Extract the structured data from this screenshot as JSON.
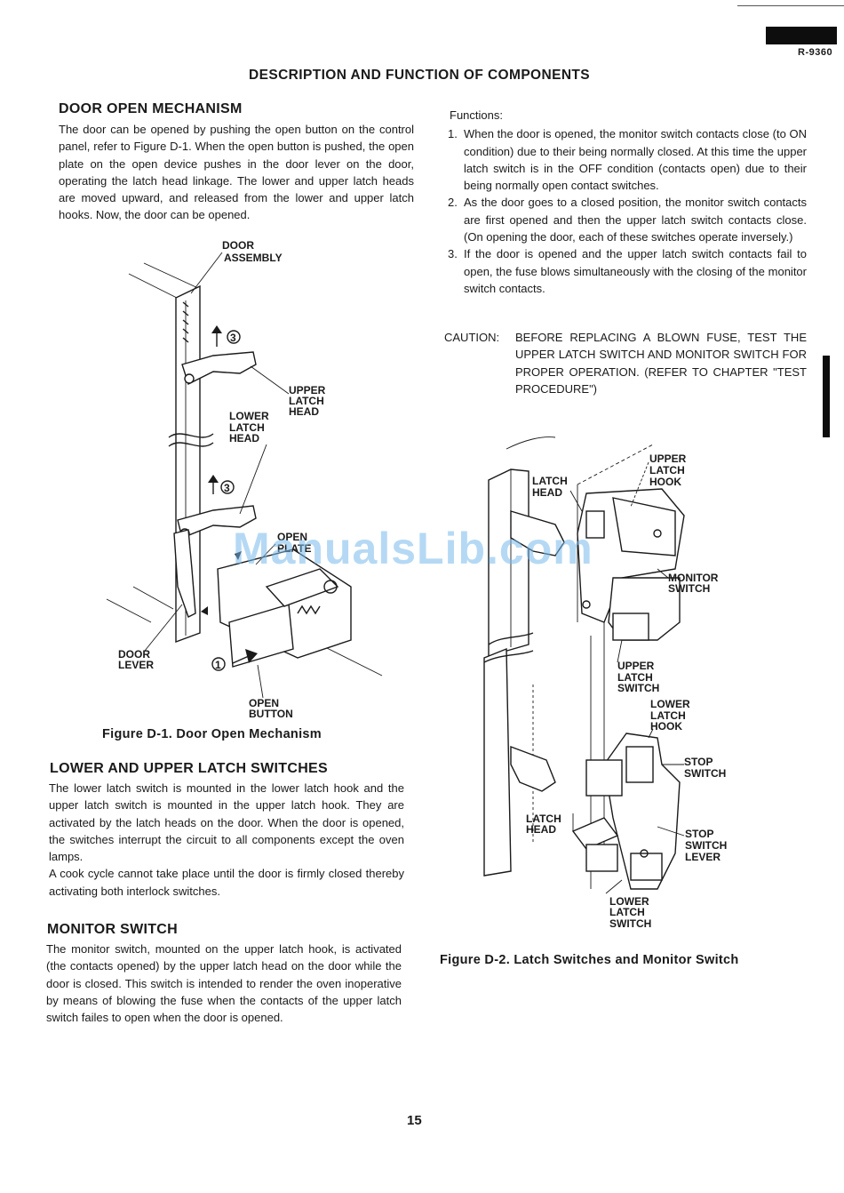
{
  "header": {
    "model_number": "R-9360",
    "page_title": "DESCRIPTION AND FUNCTION OF COMPONENTS"
  },
  "door_open_mechanism": {
    "heading": "DOOR OPEN MECHANISM",
    "text": "The door can be opened by pushing the open button on the control panel, refer to Figure D-1. When the open button is pushed, the open plate on the open device pushes in the door lever on the door, operating the latch head linkage. The lower and upper latch heads are moved upward, and released from the lower and upper latch hooks. Now, the door can be opened."
  },
  "figure_d1": {
    "caption": "Figure D-1. Door Open Mechanism",
    "labels": {
      "door_assembly": [
        "DOOR",
        "ASSEMBLY"
      ],
      "upper_latch_head": [
        "UPPER",
        "LATCH",
        "HEAD"
      ],
      "lower_latch_head": [
        "LOWER",
        "LATCH",
        "HEAD"
      ],
      "open_plate": [
        "OPEN",
        "PLATE"
      ],
      "door_lever": [
        "DOOR",
        "LEVER"
      ],
      "open_button": [
        "OPEN",
        "BUTTON"
      ],
      "step_three": "3",
      "step_one": "1"
    }
  },
  "latch_switches": {
    "heading": "LOWER AND UPPER LATCH SWITCHES",
    "paragraphs": [
      "The lower latch switch is mounted in the lower latch hook and the upper latch switch is mounted in the upper latch hook. They are activated by the latch heads on the door. When the door is opened, the switches interrupt the circuit to all components except the oven lamps.",
      "A cook cycle cannot take place until the door is firmly closed thereby activating both interlock switches."
    ]
  },
  "monitor_switch": {
    "heading": "MONITOR SWITCH",
    "text": "The monitor switch, mounted on the upper latch hook, is activated (the contacts opened) by the upper latch head on the door while the door is closed. This switch is intended to render the oven inoperative by means of blowing the fuse when the contacts of the upper latch switch failes to open when the door is opened."
  },
  "functions": {
    "heading": "Functions:",
    "items": [
      {
        "num": "1.",
        "text": "When the door is opened, the monitor switch contacts close (to ON condition) due to their being normally closed. At this time the upper latch switch is in the OFF condition (contacts open) due to their being normally open contact switches."
      },
      {
        "num": "2.",
        "text": "As the door goes to a closed position, the monitor switch contacts are first opened and then the upper latch switch contacts close. (On opening the door, each of these switches operate inversely.)"
      },
      {
        "num": "3.",
        "text": "If the door is opened and the upper latch switch contacts fail to open, the fuse blows simultaneously with the closing of the monitor switch contacts."
      }
    ]
  },
  "caution": {
    "label": "CAUTION:",
    "text": "BEFORE REPLACING A BLOWN FUSE, TEST THE UPPER LATCH SWITCH AND MONITOR SWITCH FOR PROPER OPERATION. (REFER TO CHAPTER \"TEST PROCEDURE\")"
  },
  "figure_d2": {
    "caption": "Figure D-2. Latch Switches and Monitor Switch",
    "labels": {
      "upper_latch_hook": [
        "UPPER",
        "LATCH",
        "HOOK"
      ],
      "latch_head_top": [
        "LATCH",
        "HEAD"
      ],
      "monitor_switch": [
        "MONITOR",
        "SWITCH"
      ],
      "upper_latch_switch": [
        "UPPER",
        "LATCH",
        "SWITCH"
      ],
      "lower_latch_hook": [
        "LOWER",
        "LATCH",
        "HOOK"
      ],
      "stop_switch": [
        "STOP",
        "SWITCH"
      ],
      "latch_head_bottom": [
        "LATCH",
        "HEAD"
      ],
      "stop_switch_lever": [
        "STOP",
        "SWITCH",
        "LEVER"
      ],
      "lower_latch_switch": [
        "LOWER",
        "LATCH",
        "SWITCH"
      ]
    }
  },
  "watermark": "ManualsLib.com",
  "page_number": "15"
}
